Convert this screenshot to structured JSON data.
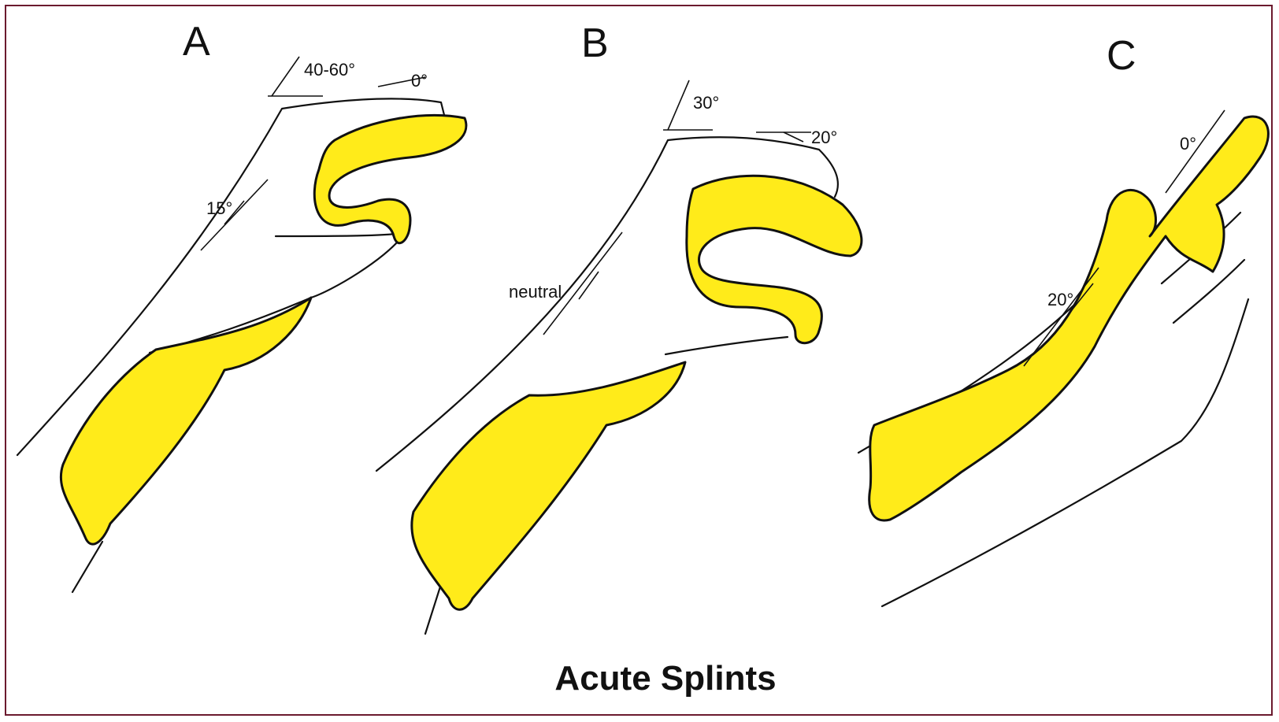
{
  "figure": {
    "caption": "Acute Splints",
    "splint_color": "#ffeb1a",
    "frame_color": "#6b1a2e",
    "panels": [
      {
        "id": "A",
        "letter": "A",
        "angles": {
          "wrist": "15°",
          "mcp": "40-60°",
          "finger": "0°"
        }
      },
      {
        "id": "B",
        "letter": "B",
        "angles": {
          "wrist": "neutral",
          "mcp": "30°",
          "finger": "20°"
        }
      },
      {
        "id": "C",
        "letter": "C",
        "angles": {
          "wrist": "20°",
          "finger": "0°"
        }
      }
    ]
  }
}
